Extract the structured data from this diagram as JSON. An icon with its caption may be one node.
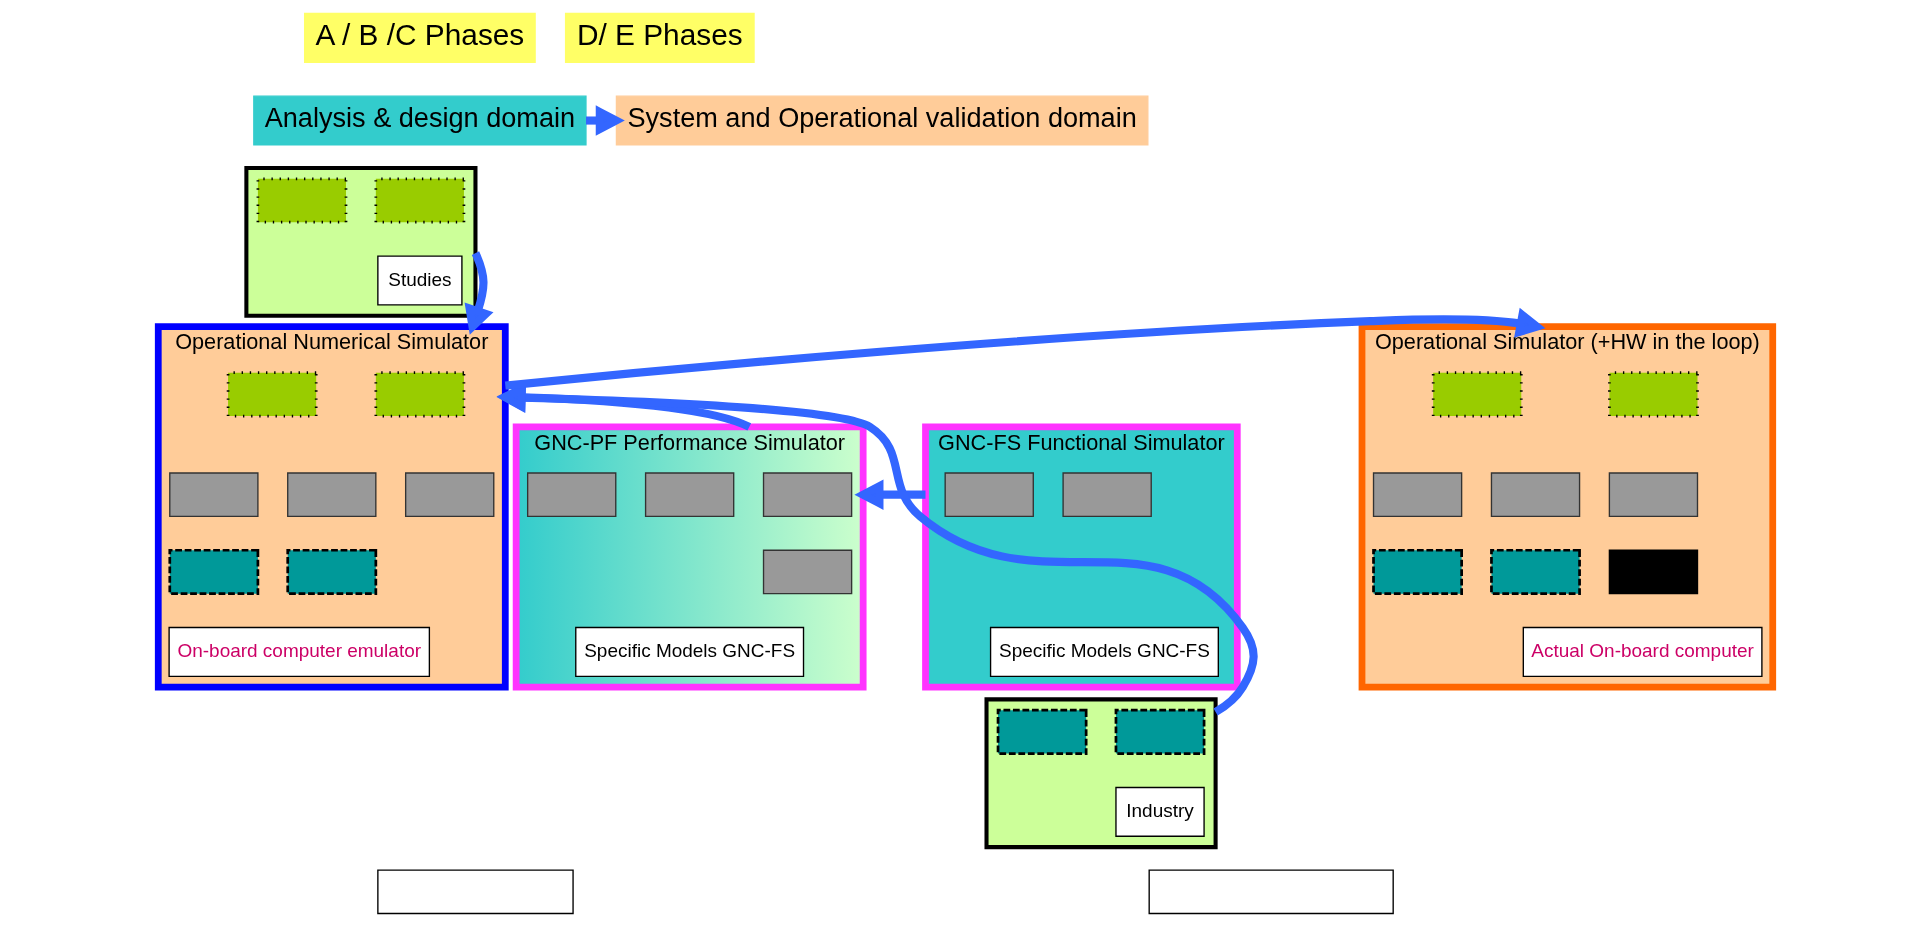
{
  "diagram": {
    "nodes": [
      {
        "text": [
          "A / B /C Phases"
        ]
      },
      {
        "text": [
          "D/ E Phases"
        ]
      },
      {
        "text": [
          "Analysis & design domain"
        ]
      },
      {
        "text": [
          "System and Operational validation domain"
        ]
      },
      {
        "text": [
          "GNC-FS Functional Simulator"
        ]
      },
      {
        "text": [],
        "shape": "box",
        "in": 4
      },
      {
        "text": [],
        "shape": "box",
        "in": 4
      },
      {
        "text": [
          "Specific Models GNC-FS"
        ],
        "in": 4
      },
      {
        "text": [
          "GNC-PF Performance Simulator"
        ]
      },
      {
        "text": [],
        "shape": "box",
        "in": 8
      },
      {
        "text": [],
        "shape": "box",
        "in": 8
      },
      {
        "text": [],
        "shape": "box",
        "in": 8
      },
      {
        "text": [],
        "shape": "box",
        "in": 8
      },
      {
        "text": [
          "Specific Models GNC-FS"
        ],
        "in": 8
      },
      {
        "text": [],
        "shape": "box"
      },
      {
        "text": [],
        "shape": "box",
        "in": 14
      },
      {
        "text": [],
        "shape": "box",
        "in": 14
      },
      {
        "text": [
          "Studies"
        ],
        "in": 14
      },
      {
        "text": [],
        "shape": "box"
      },
      {
        "text": [],
        "shape": "box",
        "in": 18
      },
      {
        "text": [],
        "shape": "box",
        "in": 18
      },
      {
        "text": [
          "Industry"
        ],
        "in": 18
      },
      {
        "text": [
          "Operational Numerical Simulator"
        ]
      },
      {
        "text": [],
        "shape": "box",
        "in": 22
      },
      {
        "text": [],
        "shape": "box",
        "in": 22
      },
      {
        "text": [],
        "shape": "box",
        "in": 22
      },
      {
        "text": [],
        "shape": "box",
        "in": 22
      },
      {
        "text": [],
        "shape": "box",
        "in": 22
      },
      {
        "text": [],
        "shape": "box",
        "in": 22
      },
      {
        "text": [],
        "shape": "box",
        "in": 22
      },
      {
        "text": [
          "On-board computer emulator"
        ],
        "in": 22
      },
      {
        "text": [
          "Operational Simulator (+HW in the loop)"
        ]
      },
      {
        "text": [],
        "shape": "box",
        "in": 31
      },
      {
        "text": [],
        "shape": "box",
        "in": 31
      },
      {
        "text": [],
        "shape": "box",
        "in": 31
      },
      {
        "text": [],
        "shape": "box",
        "in": 31
      },
      {
        "text": [],
        "shape": "box",
        "in": 31
      },
      {
        "text": [],
        "shape": "box",
        "in": 31
      },
      {
        "text": [],
        "shape": "box",
        "in": 31
      },
      {
        "text": [],
        "shape": "box",
        "in": 31
      },
      {
        "text": [
          "Actual On-board computer"
        ],
        "in": 31
      },
      {
        "text": [],
        "shape": "box"
      },
      {
        "text": [],
        "shape": "box"
      }
    ],
    "edges": [
      {
        "from": 2,
        "to": 3,
        "arrow": "to"
      },
      {
        "from": 4,
        "to": 8,
        "arrow": "to"
      },
      {
        "from": 8,
        "to": 22,
        "arrow": "to"
      },
      {
        "from": 14,
        "to": 22,
        "arrow": "to"
      },
      {
        "from": 18,
        "to": 22,
        "arrow": "to"
      },
      {
        "from": 22,
        "to": 31,
        "arrow": "to"
      }
    ]
  }
}
